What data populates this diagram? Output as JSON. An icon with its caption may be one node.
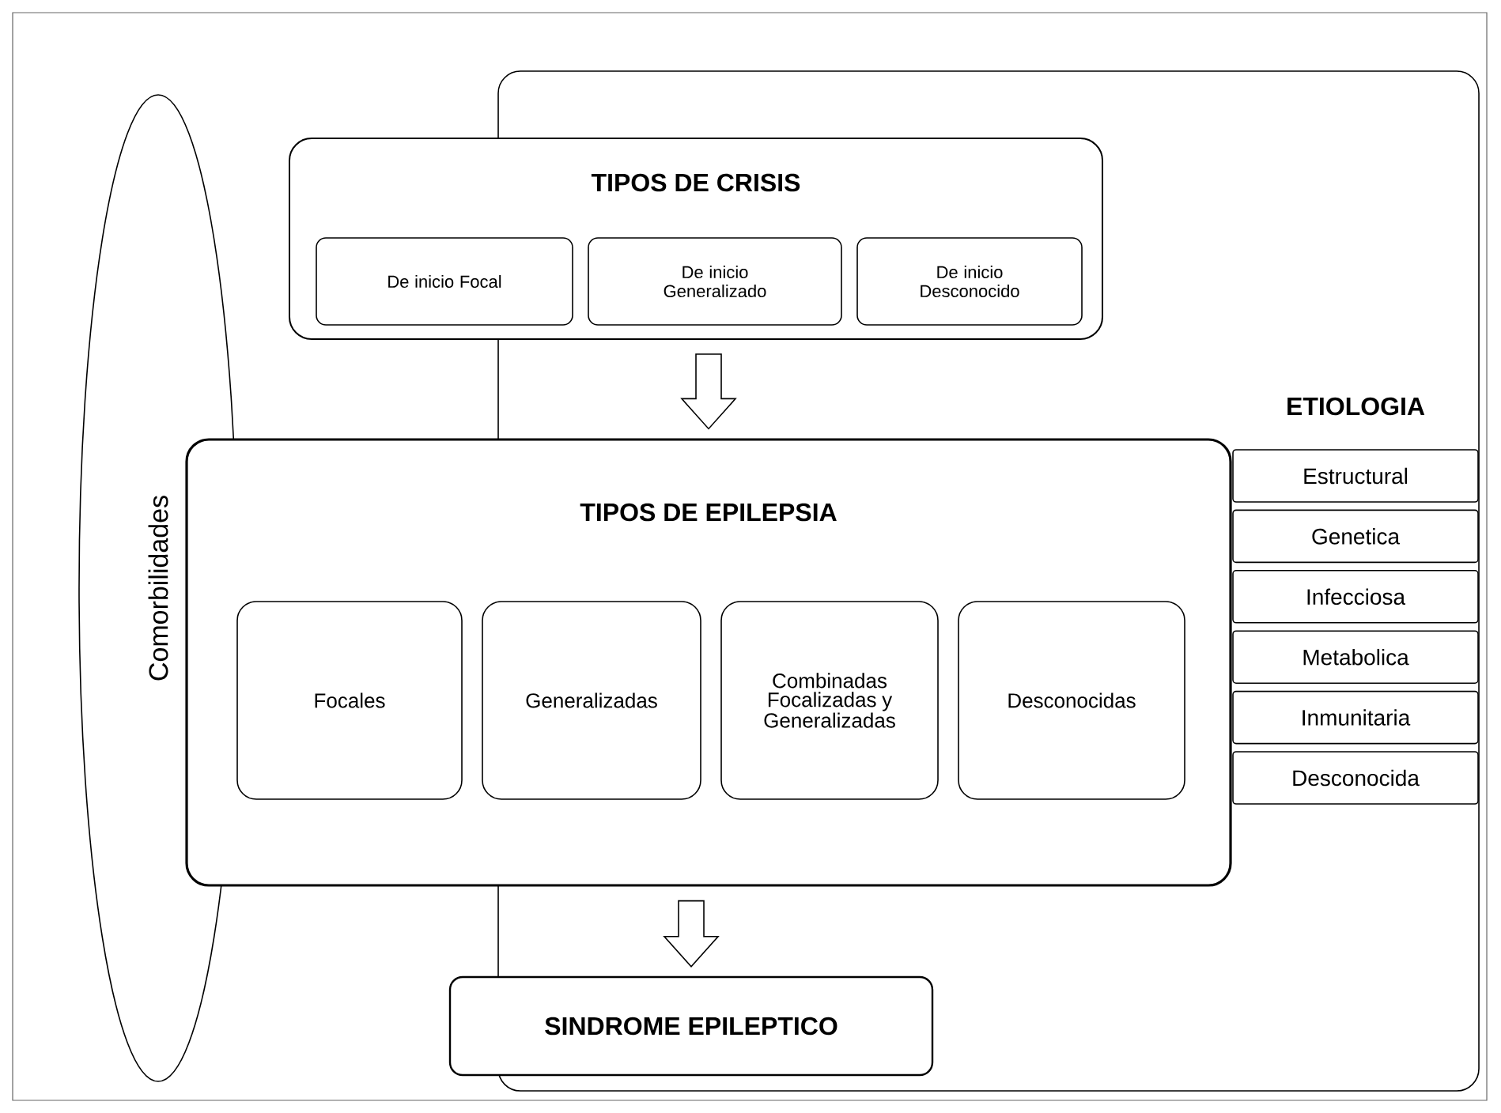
{
  "diagram": {
    "nodes": [
      {
        "text": [
          "Comorbilidades"
        ]
      },
      {
        "text": [
          "TIPOS DE CRISIS"
        ]
      },
      {
        "text": [
          "De inicio Focal"
        ],
        "in": 1
      },
      {
        "text": [
          "De inicio Generalizado"
        ],
        "in": 1
      },
      {
        "text": [
          "De inicio Desconocido"
        ],
        "in": 1
      },
      {
        "text": [
          "TIPOS DE EPILEPSIA"
        ]
      },
      {
        "text": [
          "Focales"
        ],
        "in": 5
      },
      {
        "text": [
          "Generalizadas"
        ],
        "in": 5
      },
      {
        "text": [
          "Combinadas Focalizadas y Generalizadas"
        ],
        "in": 5
      },
      {
        "text": [
          "Desconocidas"
        ],
        "in": 5
      },
      {
        "text": [
          "SINDROME EPILEPTICO"
        ]
      },
      {
        "text": [
          "Estructural"
        ]
      },
      {
        "text": [
          "Genetica"
        ]
      },
      {
        "text": [
          "Infecciosa"
        ]
      },
      {
        "text": [
          "Metabolica"
        ]
      },
      {
        "text": [
          "Inmunitaria"
        ]
      },
      {
        "text": [
          "Desconocida"
        ]
      }
    ],
    "edges": [
      {
        "from": 1,
        "to": 5,
        "arrow": "to"
      },
      {
        "from": 5,
        "to": 10,
        "arrow": "to"
      }
    ],
    "labels": [
      "ETIOLOGIA"
    ]
  }
}
